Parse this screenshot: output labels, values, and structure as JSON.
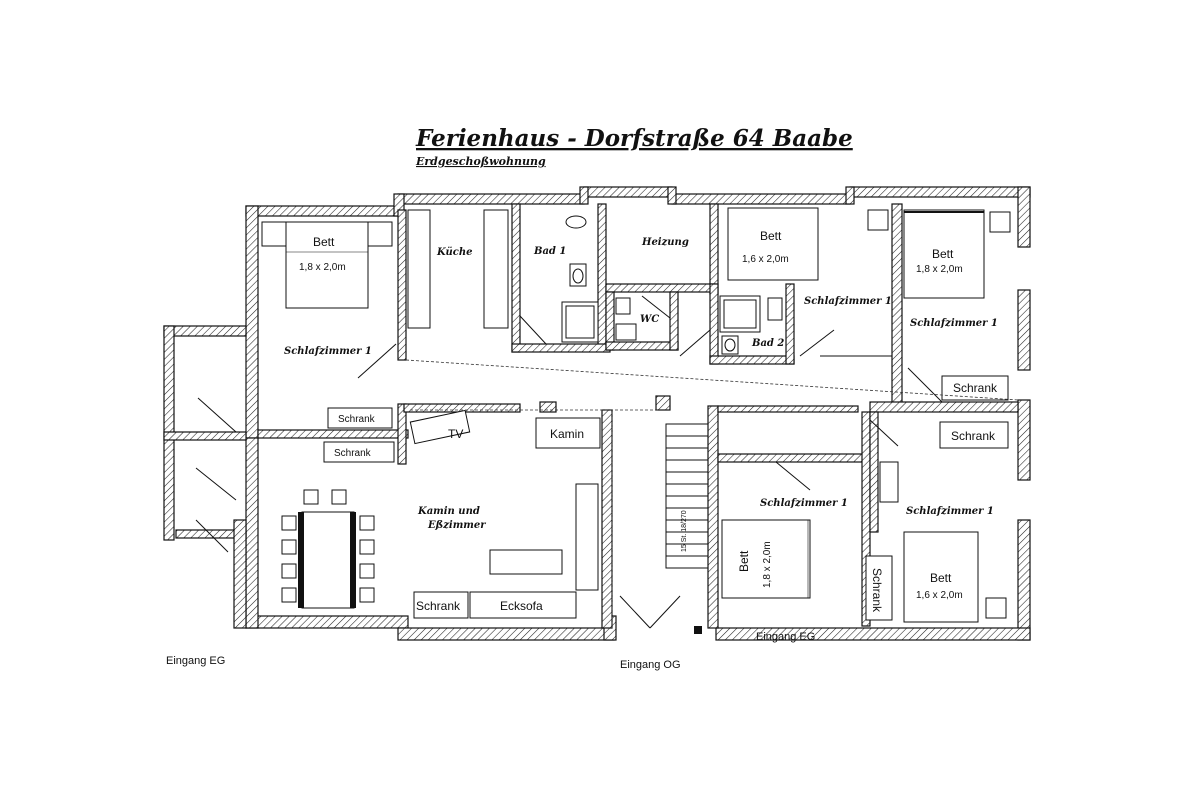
{
  "title": "Ferienhaus - Dorfstraße 64 Baabe",
  "subtitle": "Erdgeschoßwohnung",
  "rooms": {
    "kueche": "Küche",
    "bad1": "Bad 1",
    "heizung": "Heizung",
    "wc": "WC",
    "bad2": "Bad 2",
    "schlafzimmer_nw": "Schlafzimmer 1",
    "schlafzimmer_n_mid": "Schlafzimmer 1",
    "schlafzimmer_ne": "Schlafzimmer 1",
    "schlafzimmer_s_mid": "Schlafzimmer 1",
    "schlafzimmer_se": "Schlafzimmer 1",
    "kamin_line1": "Kamin und",
    "kamin_line2": "Eßzimmer"
  },
  "furniture": {
    "bett": "Bett",
    "size_18": "1,8 x 2,0m",
    "size_16": "1,6 x 2,0m",
    "schrank": "Schrank",
    "kamin": "Kamin",
    "ecksofa": "Ecksofa",
    "tv": "TV"
  },
  "labels": {
    "eingang_eg_left": "Eingang EG",
    "eingang_og": "Eingang OG",
    "eingang_eg_bottom": "Eingang EG",
    "stairs_note": "15 St. 18/270"
  }
}
